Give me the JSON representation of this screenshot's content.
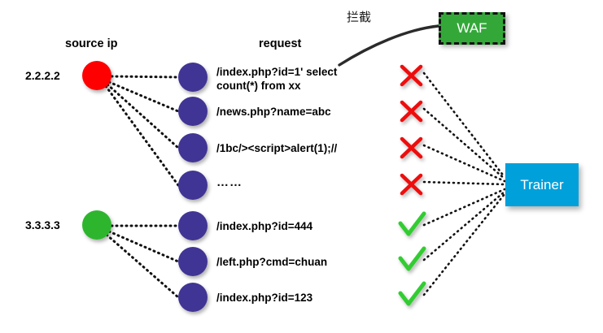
{
  "diagram": {
    "title_columns": {
      "source_ip": "source ip",
      "request": "request"
    },
    "annotations": {
      "intercept": "拦截"
    },
    "boxes": {
      "waf": "WAF",
      "trainer": "Trainer"
    },
    "colors": {
      "malicious_source": "#FF0000",
      "benign_source": "#2FB52F",
      "request_node": "#3F3694",
      "waf_box": "#33A838",
      "trainer_box": "#00A0DB",
      "block_mark": "#EE1111",
      "allow_mark": "#33CC33",
      "connector": "#111111"
    },
    "groups": [
      {
        "source_ip": "2.2.2.2",
        "source_color": "#FF0000",
        "verdict": "blocked",
        "requests": [
          {
            "text_lines": [
              "/index.php?id=1' select",
              "count(*) from xx"
            ],
            "mark": "x-mark"
          },
          {
            "text_lines": [
              "/news.php?name=abc"
            ],
            "mark": "x-mark"
          },
          {
            "text_lines": [
              "/1bc/><script>alert(1);//"
            ],
            "mark": "x-mark"
          },
          {
            "text_lines": [
              "……"
            ],
            "mark": "x-mark"
          }
        ]
      },
      {
        "source_ip": "3.3.3.3",
        "source_color": "#2FB52F",
        "verdict": "allowed",
        "requests": [
          {
            "text_lines": [
              "/index.php?id=444"
            ],
            "mark": "check-mark"
          },
          {
            "text_lines": [
              "/left.php?cmd=chuan"
            ],
            "mark": "check-mark"
          },
          {
            "text_lines": [
              "/index.php?id=123"
            ],
            "mark": "check-mark"
          }
        ]
      }
    ]
  }
}
